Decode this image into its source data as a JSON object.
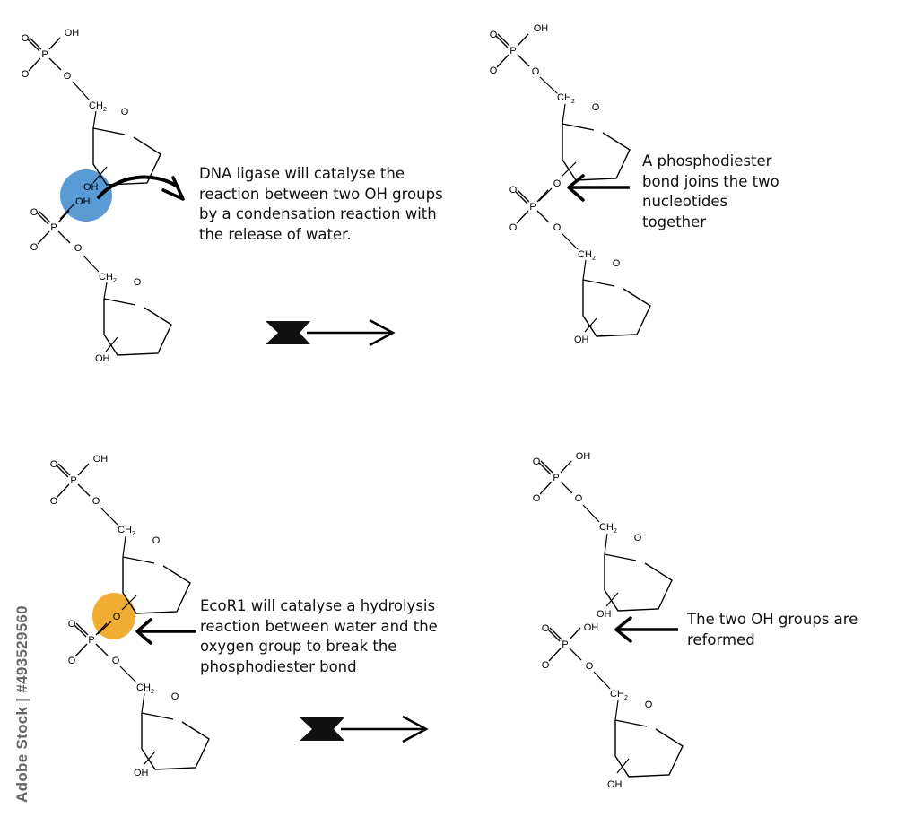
{
  "captions": {
    "ligase": "DNA ligase will catalyse the\nreaction between two OH groups\nby a condensation reaction with\nthe release of water.",
    "phosphodiester": "A phosphodiester\nbond joins the two\nnucleotides\ntogether",
    "ecor1": "EcoR1 will catalyse a hydrolysis\nreaction between water and the\noxygen group to break the\nphosphodiester bond",
    "reformed": "The two OH groups are\nreformed"
  },
  "atoms": {
    "oh": "OH",
    "o": "O",
    "p": "P",
    "ch": "CH",
    "two": "2"
  },
  "colors": {
    "ligase_highlight": "#5b9bd5",
    "ecor1_highlight": "#f0ad32",
    "ink": "#000000"
  },
  "watermark": "Adobe Stock | #493529560"
}
